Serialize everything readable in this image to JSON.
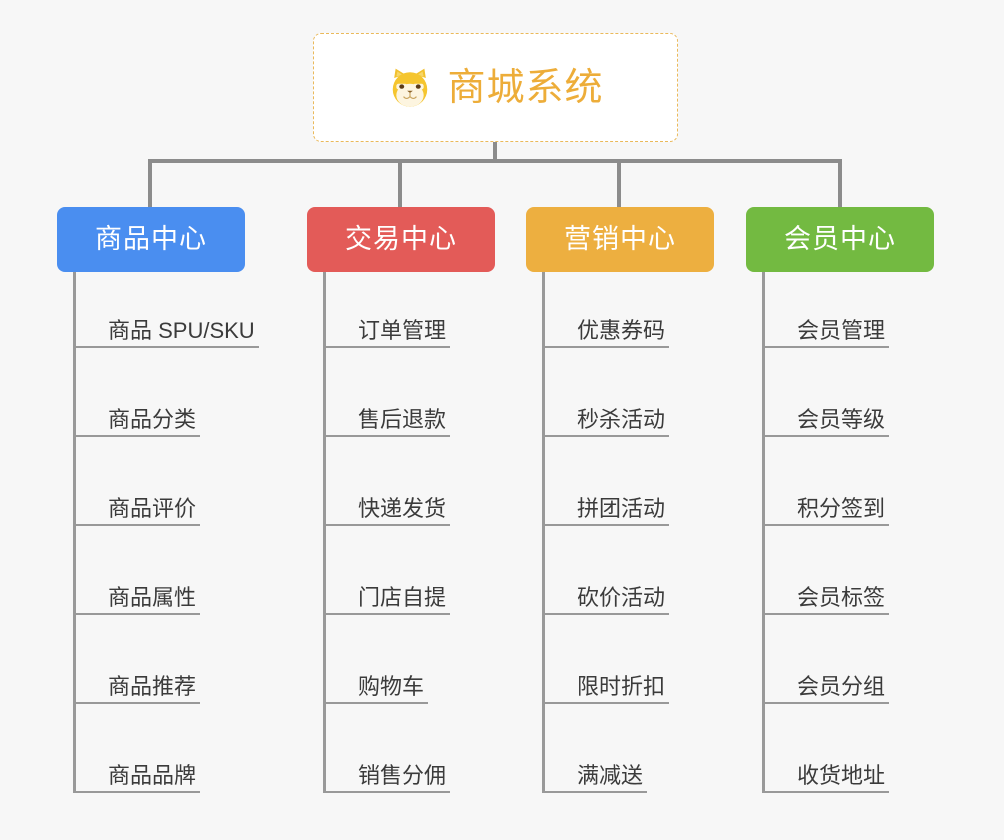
{
  "page": {
    "background_color": "#f7f7f7",
    "type": "mindmap"
  },
  "root": {
    "title": "商城系统",
    "icon": "shiba-dog-face-icon",
    "text_color": "#edad39",
    "border_color": "#eab95a",
    "background_color": "#ffffff"
  },
  "connector": {
    "color": "#8c8c8c"
  },
  "branches": [
    {
      "label": "商品中心",
      "color": "#4a8ef0",
      "items": [
        "商品 SPU/SKU",
        "商品分类",
        "商品评价",
        "商品属性",
        "商品推荐",
        "商品品牌"
      ]
    },
    {
      "label": "交易中心",
      "color": "#e35b58",
      "items": [
        "订单管理",
        "售后退款",
        "快递发货",
        "门店自提",
        "购物车",
        "销售分佣"
      ]
    },
    {
      "label": "营销中心",
      "color": "#edaf40",
      "items": [
        "优惠券码",
        "秒杀活动",
        "拼团活动",
        "砍价活动",
        "限时折扣",
        "满减送"
      ]
    },
    {
      "label": "会员中心",
      "color": "#73ba41",
      "items": [
        "会员管理",
        "会员等级",
        "积分签到",
        "会员标签",
        "会员分组",
        "收货地址"
      ]
    }
  ]
}
